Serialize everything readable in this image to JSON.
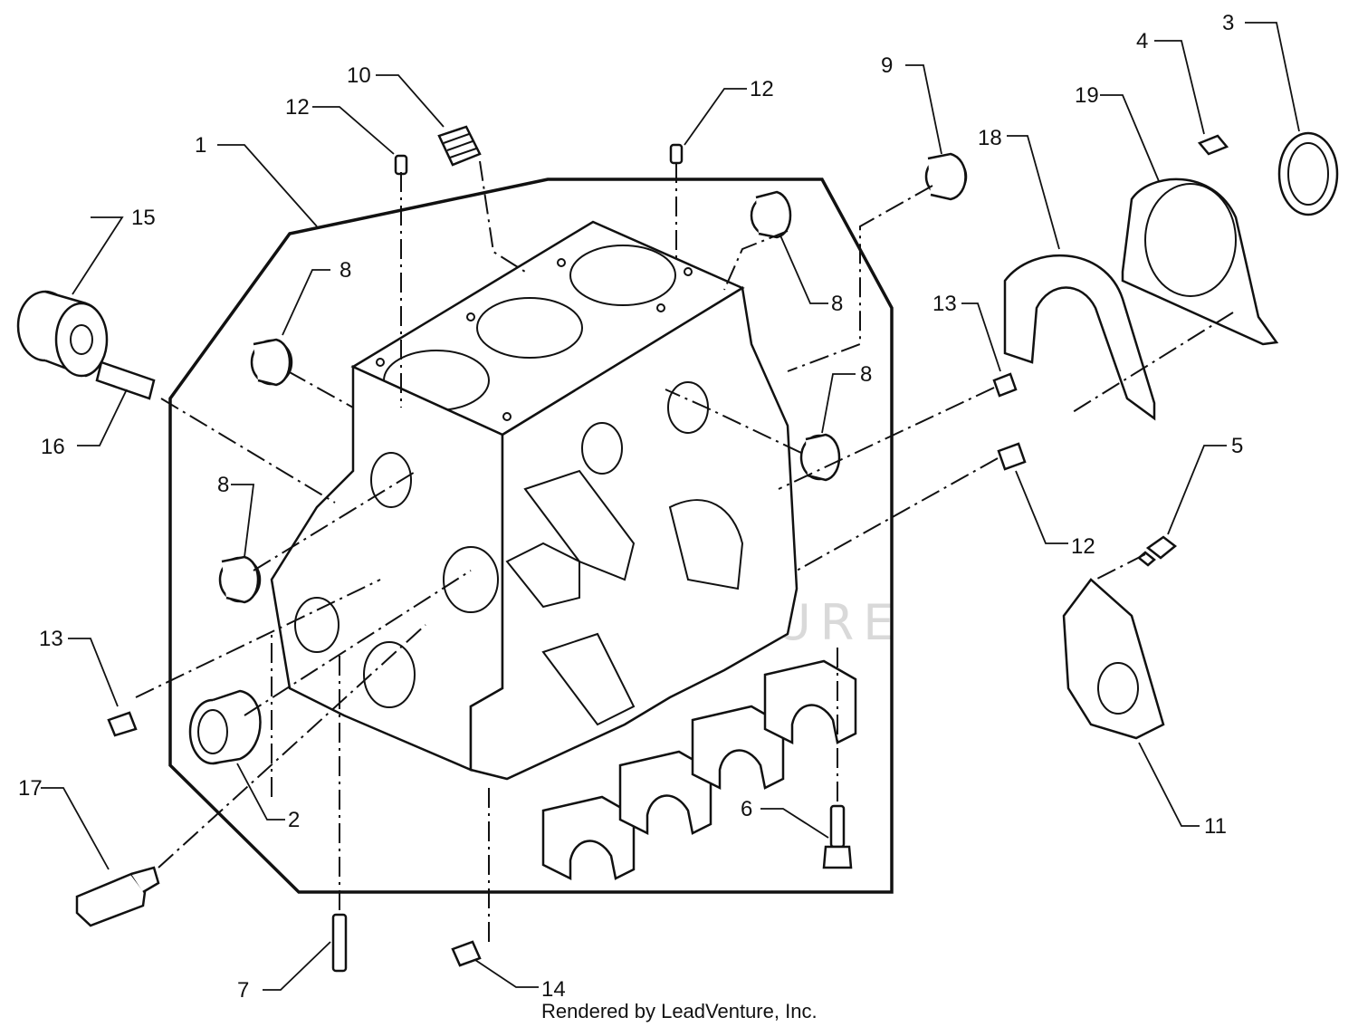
{
  "footer": {
    "credit": "Rendered by LeadVenture, Inc."
  },
  "watermark": {
    "text": "LEADVENTURE"
  },
  "callouts": [
    {
      "id": "c1",
      "label": "1"
    },
    {
      "id": "c2",
      "label": "2"
    },
    {
      "id": "c3",
      "label": "3"
    },
    {
      "id": "c4",
      "label": "4"
    },
    {
      "id": "c5",
      "label": "5"
    },
    {
      "id": "c6",
      "label": "6"
    },
    {
      "id": "c7",
      "label": "7"
    },
    {
      "id": "c8a",
      "label": "8"
    },
    {
      "id": "c8b",
      "label": "8"
    },
    {
      "id": "c8c",
      "label": "8"
    },
    {
      "id": "c8d",
      "label": "8"
    },
    {
      "id": "c9",
      "label": "9"
    },
    {
      "id": "c10",
      "label": "10"
    },
    {
      "id": "c11",
      "label": "11"
    },
    {
      "id": "c12a",
      "label": "12"
    },
    {
      "id": "c12b",
      "label": "12"
    },
    {
      "id": "c12c",
      "label": "12"
    },
    {
      "id": "c13a",
      "label": "13"
    },
    {
      "id": "c13b",
      "label": "13"
    },
    {
      "id": "c14",
      "label": "14"
    },
    {
      "id": "c15",
      "label": "15"
    },
    {
      "id": "c16",
      "label": "16"
    },
    {
      "id": "c17",
      "label": "17"
    },
    {
      "id": "c18",
      "label": "18"
    },
    {
      "id": "c19",
      "label": "19"
    }
  ]
}
